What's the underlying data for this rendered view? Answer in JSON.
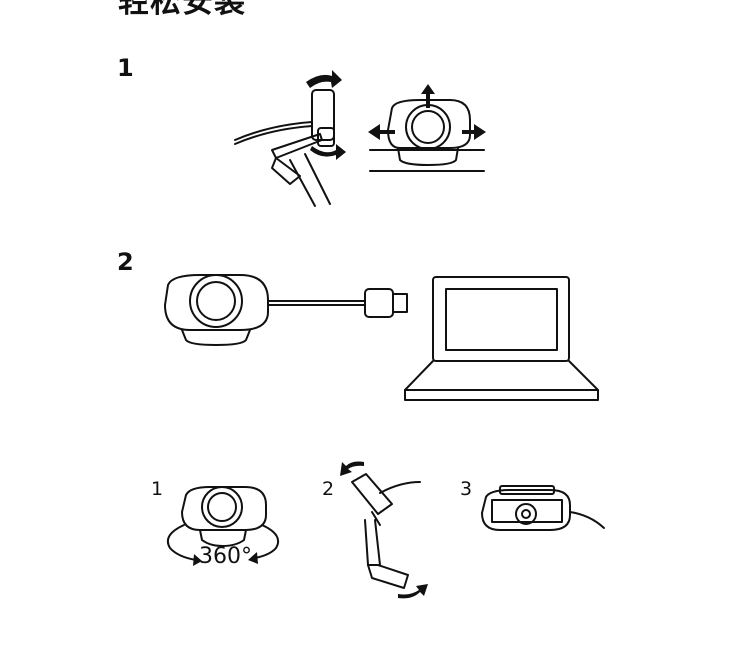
{
  "title": "轻松安装",
  "steps": [
    {
      "number": "1"
    },
    {
      "number": "2"
    }
  ],
  "substeps": [
    {
      "number": "1",
      "rotation": "360°"
    },
    {
      "number": "2"
    },
    {
      "number": "3"
    }
  ]
}
